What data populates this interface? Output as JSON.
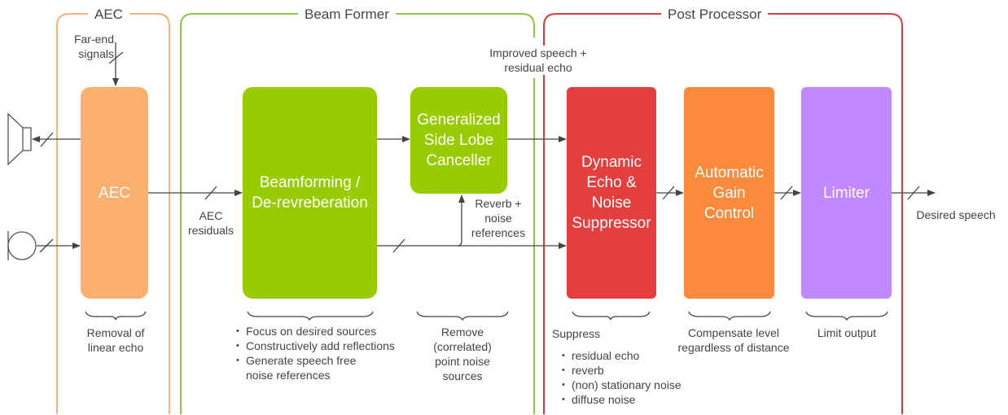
{
  "sections": {
    "aec": "AEC",
    "beam_former": "Beam Former",
    "post_processor": "Post Processor"
  },
  "blocks": {
    "aec": "AEC",
    "beamforming": "Beamforming / De-revreberation",
    "gslc": "Generalized Side Lobe Canceller",
    "desp": "Dynamic Echo & Noise Suppressor",
    "agc": "Automatic Gain Control",
    "limiter": "Limiter"
  },
  "signals": {
    "far_end": "Far-end signals",
    "aec_residuals": "AEC residuals",
    "improved_speech": "Improved speech + residual echo",
    "reverb_refs": "Reverb + noise references",
    "desired_speech": "Desired speech"
  },
  "notes": {
    "aec": "Removal of linear echo",
    "beamforming": [
      "Focus on desired sources",
      "Constructively add reflections",
      "Generate speech free noise references"
    ],
    "gslc": "Remove (correlated) point noise sources",
    "suppress_title": "Suppress",
    "suppress": [
      "residual echo",
      "reverb",
      "(non) stationary noise",
      "diffuse noise"
    ],
    "agc": "Compensate level regardless of distance",
    "limiter": "Limit output"
  },
  "icons": [
    "speaker-icon",
    "microphone-icon"
  ],
  "colors": {
    "aec_section": "#f7b27a",
    "beam_section": "#8dc63f",
    "post_section": "#e0393e",
    "aec_block": "#fbb06f",
    "beam_block": "#99cc00",
    "desp_block": "#e53e3e",
    "agc_block": "#fb8a3c",
    "limiter_block": "#c089ff",
    "arrow": "#444444"
  }
}
